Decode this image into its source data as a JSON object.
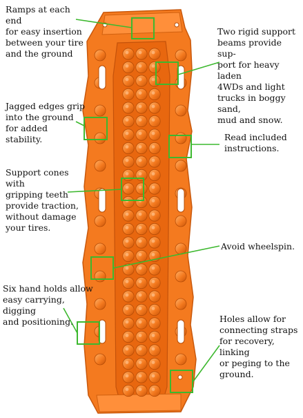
{
  "annotations": [
    {
      "id": "ramps",
      "text": "Ramps at each end\nfor easy insertion\nbetween your tire\nand the ground"
    },
    {
      "id": "beams",
      "text": "Two rigid support\nbeams provide sup-\nport for heavy laden\n4WDs and light\ntrucks in boggy sand,\nmud and snow."
    },
    {
      "id": "jagged",
      "text": "Jagged edges grip\ninto the ground\nfor added stability."
    },
    {
      "id": "instructions",
      "text": "Read included\ninstructions."
    },
    {
      "id": "cones",
      "text": "Support cones with\ngripping teeth\nprovide traction,\nwithout damage\nyour tires."
    },
    {
      "id": "wheelspin",
      "text": "Avoid wheelspin."
    },
    {
      "id": "handholds",
      "text": "Six hand holds allow\neasy carrying, digging\nand positioning."
    },
    {
      "id": "holes",
      "text": "Holes allow for\nconnecting straps\nfor recovery, linking\nor peging to the\nground."
    }
  ],
  "colors": {
    "board": "#f47a1f",
    "board_dark": "#d85f0c",
    "board_light": "#ff9a44",
    "highlight_box": "#3cb82e",
    "leader_line": "#3cb82e",
    "text": "#111111"
  },
  "product": "recovery-board"
}
